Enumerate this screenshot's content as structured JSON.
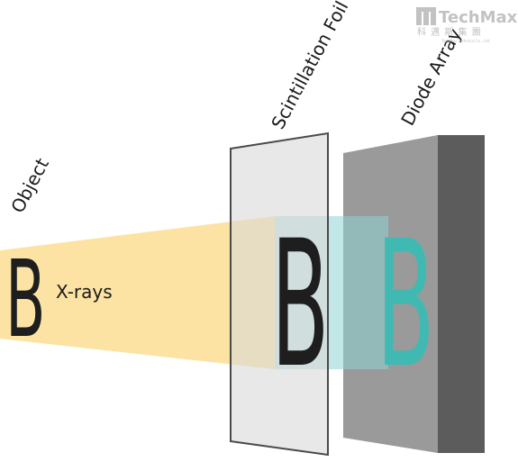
{
  "diagram": {
    "labels": {
      "object": "Object",
      "xrays": "X-rays",
      "scintillation_foil": "Scintillation Foil",
      "diode_array": "Diode Array"
    },
    "glyph": {
      "object_glyph": "B",
      "foil_glyph": "B",
      "diode_glyph": "B"
    }
  },
  "logo": {
    "brand": "TechMax",
    "chinese": "科 邁 斯 集 團",
    "tagline": "TechMax Technical Co., Ltd."
  },
  "colors": {
    "beam": "#fce3a4",
    "foil": "#d8d8d8",
    "diode_front": "#9a9a9a",
    "diode_side": "#5c5c5c",
    "light": "#8fd3d3",
    "teal_glyph": "#40b9b2",
    "glyph_dark": "#1e1e1e"
  }
}
